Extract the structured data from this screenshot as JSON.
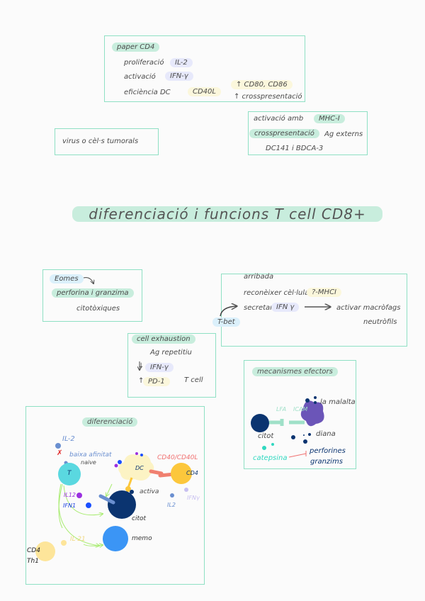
{
  "box_cd4": {
    "title": "paper CD4",
    "prolif": "proliferació",
    "il2": "IL-2",
    "activ": "activació",
    "ifn": "IFN-γ",
    "efic": "eficiència DC",
    "cd40l": "CD40L",
    "cd80": "↑ CD80, CD86",
    "cross": "↑ crosspresentació"
  },
  "box_virus": {
    "text": "virus o cèl·s tumorals"
  },
  "box_dc": {
    "activ": "activació amb",
    "mhc": "MHC-I",
    "cross": "crosspresentació",
    "ag": "Ag externs",
    "dc141": "DC141 i BDCA-3"
  },
  "title": "diferenciació i funcions T cell CD8+",
  "box_eomes": {
    "eomes": "Eomes",
    "perf": "perforina i granzima",
    "cito": "citotòxiques"
  },
  "box_tbet": {
    "tbet": "T-bet",
    "arribada": "arribada",
    "recon": "reconèixer cèl·lula",
    "mhc": "?-MHCI",
    "secretar": "secretar",
    "ifn": "IFN γ",
    "activar": "activar macròfags",
    "neutro": "neutròfils"
  },
  "box_exh": {
    "title": "cell exhaustion",
    "ag": "Ag repetitiu",
    "down": "↓",
    "ifn": "IFN-γ",
    "up": "↑",
    "pd1": "PD-1",
    "tcell": "T cell"
  },
  "box_efect": {
    "title": "mecanismes efectors",
    "lfa": "LFA",
    "icam": "ICAM",
    "malalta": "la malalta",
    "citot": "citot",
    "diana": "diana",
    "catepsina": "catepsina",
    "perf": "perforines",
    "granz": "granzims"
  },
  "box_dif": {
    "title": "diferenciació",
    "il2": "IL-2",
    "x": "✗",
    "baixa": "baixa afinitat",
    "naive": "naive",
    "t": "T",
    "dc": "DC",
    "cd40": "CD40/CD40L",
    "cd4": "CD4",
    "il12": "IL12",
    "ifn1": "IFN1",
    "activa": "activa",
    "citot": "citot",
    "il2b": "IL2",
    "ifng": "IFNγ",
    "memo": "memo",
    "il21": "IL-21",
    "cd4b": "CD4",
    "th1": "Th1"
  },
  "colors": {
    "border": "#8fe0c4",
    "green": "#c8eddd",
    "lavender": "#e7e9fb",
    "yellow": "#fbf7dc",
    "navy": "#0b3470"
  }
}
